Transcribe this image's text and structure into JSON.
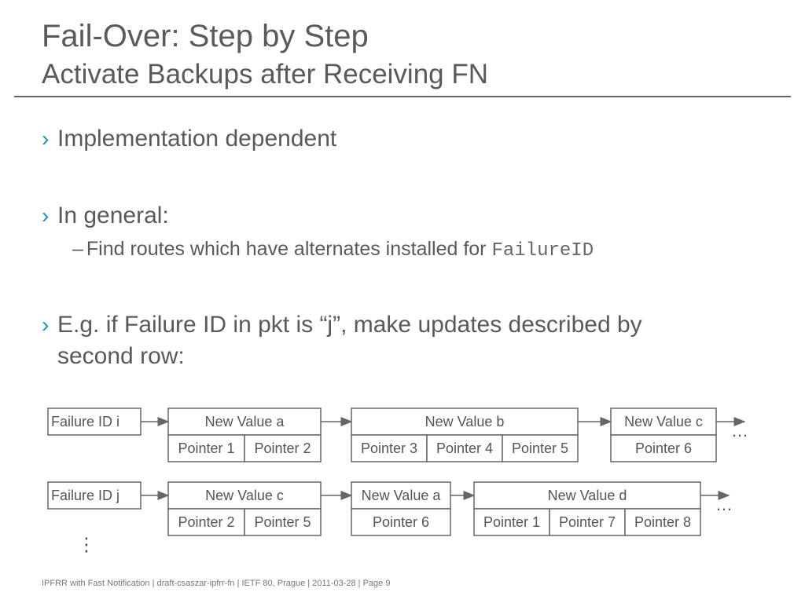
{
  "slide": {
    "title": "Fail-Over: Step by Step",
    "subtitle": "Activate Backups after Receiving FN",
    "bullets": [
      {
        "mark": "›",
        "text": "Implementation dependent"
      },
      {
        "mark": "›",
        "text": "In general:"
      },
      {
        "mark": "›",
        "text": "E.g. if Failure ID in pkt is “j”, make updates described by",
        "text2": "second row:"
      }
    ],
    "sub_bullet": {
      "dash": "–",
      "text": "Find routes which have alternates installed for",
      "code": "FailureID"
    }
  },
  "diagram": {
    "rows": [
      {
        "label": "Failure ID i",
        "groups": [
          {
            "value": "New Value a",
            "pointers": [
              "Pointer 1",
              "Pointer 2"
            ]
          },
          {
            "value": "New Value b",
            "pointers": [
              "Pointer 3",
              "Pointer 4",
              "Pointer 5"
            ]
          },
          {
            "value": "New Value c",
            "pointers": [
              "Pointer 6"
            ]
          }
        ],
        "continuation": "…"
      },
      {
        "label": "Failure ID j",
        "groups": [
          {
            "value": "New Value c",
            "pointers": [
              "Pointer 2",
              "Pointer 5"
            ]
          },
          {
            "value": "New Value a",
            "pointers": [
              "Pointer 6"
            ]
          },
          {
            "value": "New Value d",
            "pointers": [
              "Pointer 1",
              "Pointer 7",
              "Pointer 8"
            ]
          }
        ],
        "continuation": "…"
      }
    ],
    "more_rows": "⋮"
  },
  "footer": "IPFRR with Fast Notification  |  draft-csaszar-ipfrr-fn  |  IETF 80, Prague  |  2011-03-28  |  Page 9",
  "colors": {
    "accent": "#1d8ec2",
    "text": "#595959",
    "line": "#666666"
  }
}
